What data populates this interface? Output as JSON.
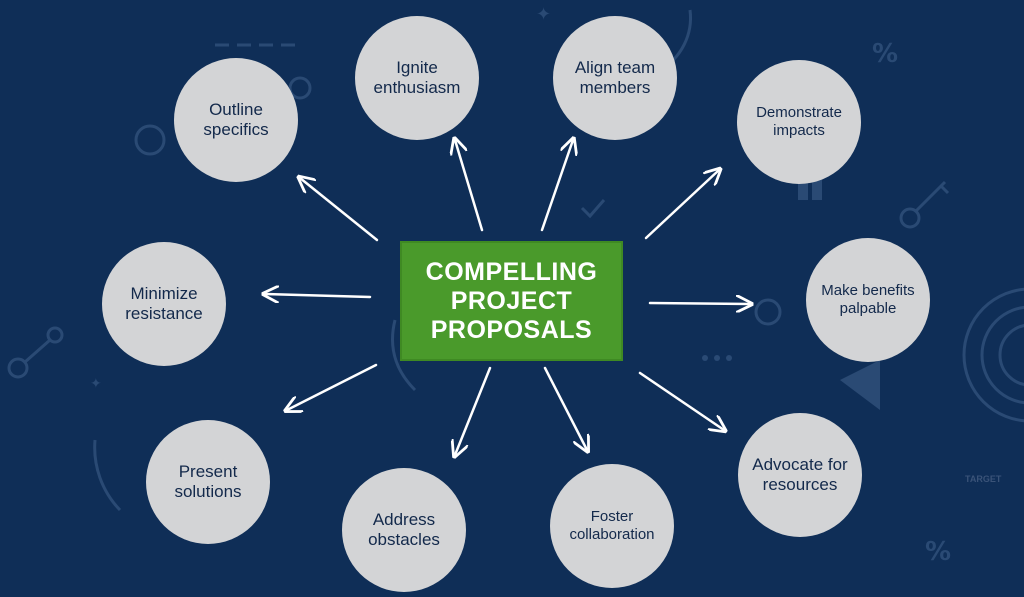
{
  "center": {
    "title": "COMPELLING PROJECT PROPOSALS"
  },
  "nodes": [
    {
      "id": "outline-specifics",
      "label": "Outline specifics"
    },
    {
      "id": "ignite-enthusiasm",
      "label": "Ignite enthusiasm"
    },
    {
      "id": "align-team-members",
      "label": "Align team members"
    },
    {
      "id": "demonstrate-impacts",
      "label": "Demonstrate impacts"
    },
    {
      "id": "make-benefits-palpable",
      "label": "Make benefits palpable"
    },
    {
      "id": "advocate-for-resources",
      "label": "Advocate for resources"
    },
    {
      "id": "foster-collaboration",
      "label": "Foster collaboration"
    },
    {
      "id": "address-obstacles",
      "label": "Address obstacles"
    },
    {
      "id": "present-solutions",
      "label": "Present solutions"
    },
    {
      "id": "minimize-resistance",
      "label": "Minimize resistance"
    }
  ],
  "background": {
    "target_text": "TARGET"
  },
  "colors": {
    "background": "#0f2e57",
    "center_box": "#4a9a2b",
    "node_fill": "#d3d4d6",
    "node_text": "#13294b",
    "arrow": "#ffffff"
  }
}
